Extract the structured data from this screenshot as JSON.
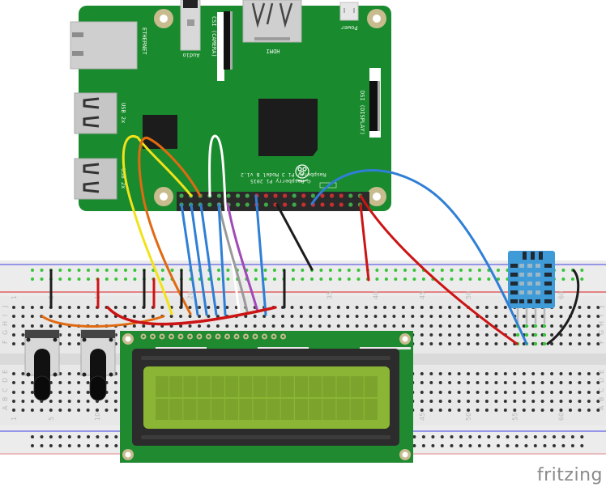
{
  "diagram": {
    "tool_watermark": "fritzing",
    "board": {
      "name": "Raspberry Pi 3 Model B v1.2",
      "silkscreen_line1": "Raspberry Pi 3 Model B v1.2",
      "silkscreen_line2": "© Raspberry Pi 2015",
      "connectors": {
        "ethernet": "ETHERNET",
        "usb_top": "USB 2x",
        "usb_bottom": "USB 2x",
        "audio": "Audio",
        "csi": "CSI (CAMERA)",
        "hdmi": "HDMI",
        "power": "Power",
        "dsi": "DSI (DISPLAY)"
      },
      "colors": {
        "pcb": "#1a8a2e",
        "pcb_dark": "#157326",
        "chip": "#1c1c1c",
        "metal": "#c8c8c8"
      }
    },
    "breadboard": {
      "row_labels": [
        "J",
        "I",
        "H",
        "G",
        "F",
        "E",
        "D",
        "C",
        "B",
        "A"
      ],
      "column_labels": [
        "1",
        "5",
        "10",
        "20",
        "35",
        "40",
        "45",
        "50",
        "55",
        "60"
      ],
      "colors": {
        "body": "#e6e6e6",
        "rail_red": "#e05050",
        "rail_blue": "#6a6ae0",
        "hole": "#333333",
        "hole_used": "#39c43c"
      }
    },
    "components": [
      {
        "name": "LCD 16x2",
        "columns": 16,
        "rows": 2,
        "screen_color": "#8bb534"
      },
      {
        "name": "Potentiometer 1"
      },
      {
        "name": "Potentiometer 2"
      },
      {
        "name": "DHT11 Sensor",
        "color": "#3f9ad8",
        "pins": 4
      }
    ],
    "wire_colors": {
      "yellow": "#f2e21a",
      "orange": "#e06a12",
      "blue": "#2f7fd6",
      "white": "#ffffff",
      "gray": "#9a9a9a",
      "purple": "#a04ab8",
      "black": "#1c1c1c",
      "red": "#cc1414"
    }
  }
}
